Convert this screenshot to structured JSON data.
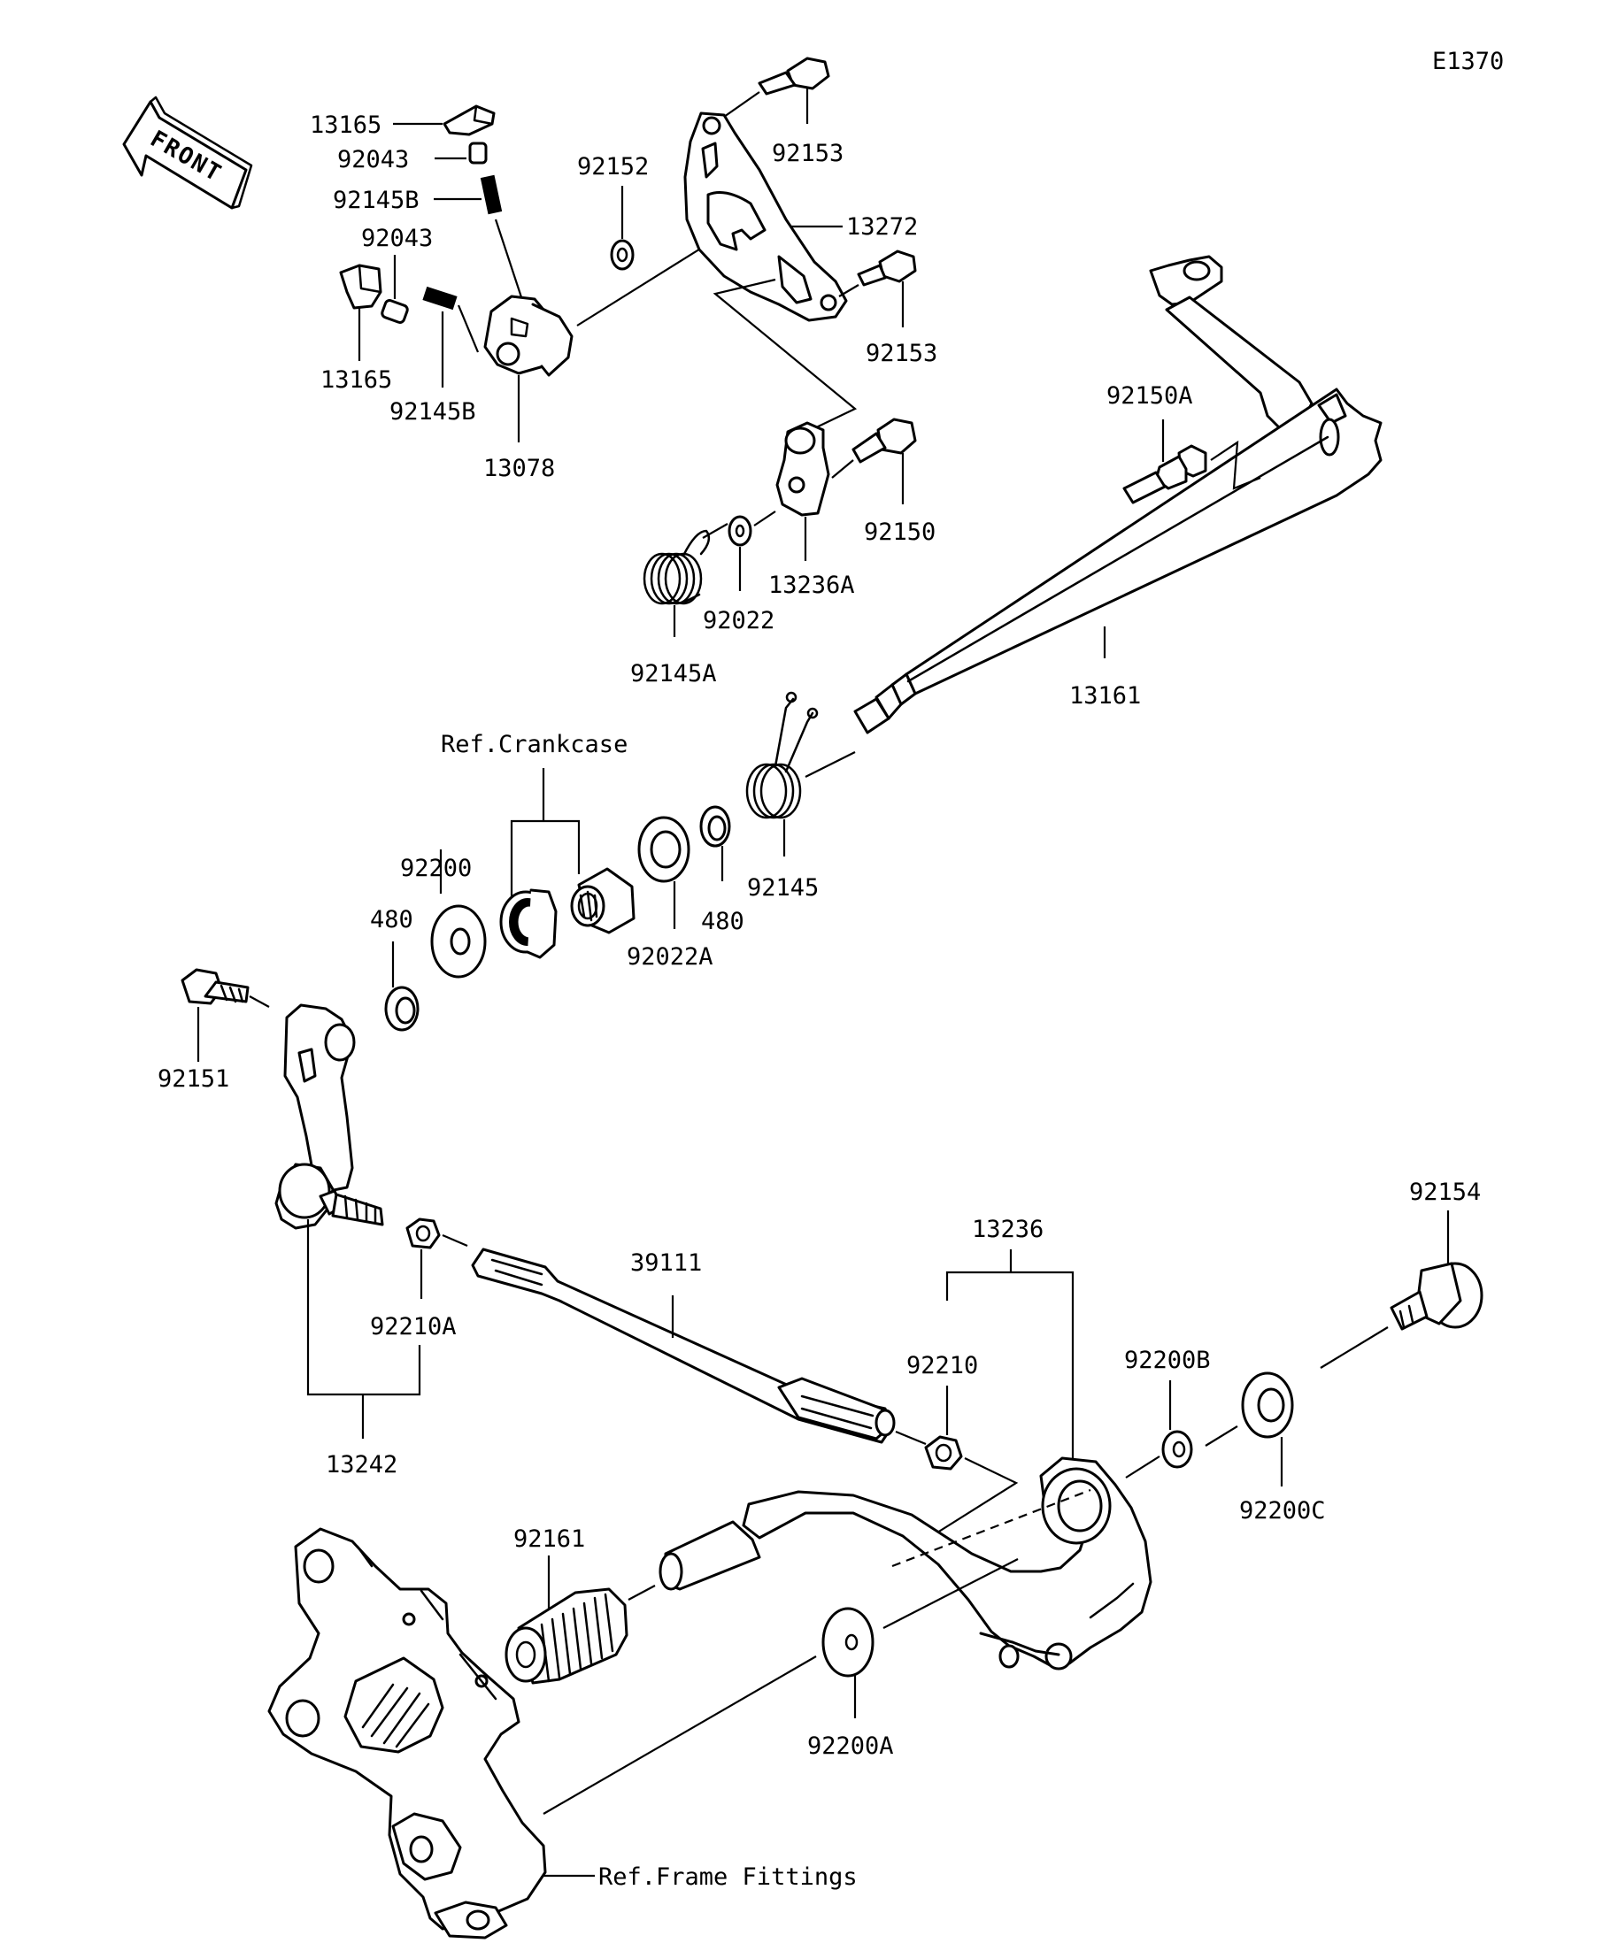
{
  "diagram_code": "E1370",
  "front_label": "FRONT",
  "labels": {
    "l13165a": "13165",
    "l92043a": "92043",
    "l92145Ba": "92145B",
    "l92043b": "92043",
    "l13165b": "13165",
    "l92145Bb": "92145B",
    "l13078": "13078",
    "l92152": "92152",
    "l92153a": "92153",
    "l13272": "13272",
    "l92153b": "92153",
    "l92150A": "92150A",
    "l92150": "92150",
    "l13236A": "13236A",
    "l92022": "92022",
    "l92145A": "92145A",
    "l13161": "13161",
    "lRefCrankcase": "Ref.Crankcase",
    "l92200": "92200",
    "l480a": "480",
    "l480b": "480",
    "l92022A": "92022A",
    "l92145": "92145",
    "l92151": "92151",
    "l92210A": "92210A",
    "l13242": "13242",
    "l39111": "39111",
    "l13236": "13236",
    "l92210": "92210",
    "l92154": "92154",
    "l92200B": "92200B",
    "l92200C": "92200C",
    "l92161": "92161",
    "l92200A": "92200A",
    "lRefFrame": "Ref.Frame Fittings"
  }
}
